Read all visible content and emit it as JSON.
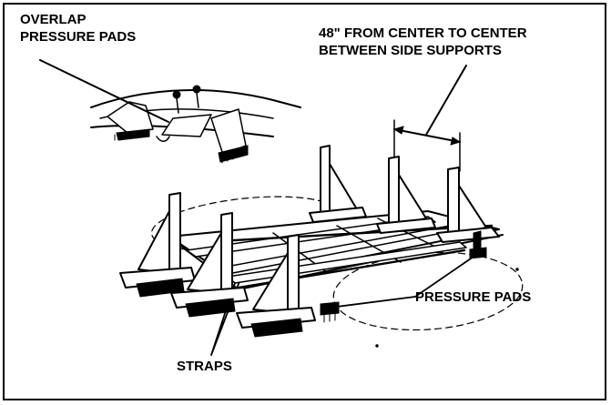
{
  "labels": {
    "overlap_line1": "OVERLAP",
    "overlap_line2": "PRESSURE PADS",
    "spacing_line1": "48\" FROM CENTER TO CENTER",
    "spacing_line2": "BETWEEN SIDE SUPPORTS",
    "pressure_pads": "PRESSURE PADS",
    "straps": "STRAPS"
  },
  "colors": {
    "ink": "#000000",
    "background": "#ffffff"
  }
}
